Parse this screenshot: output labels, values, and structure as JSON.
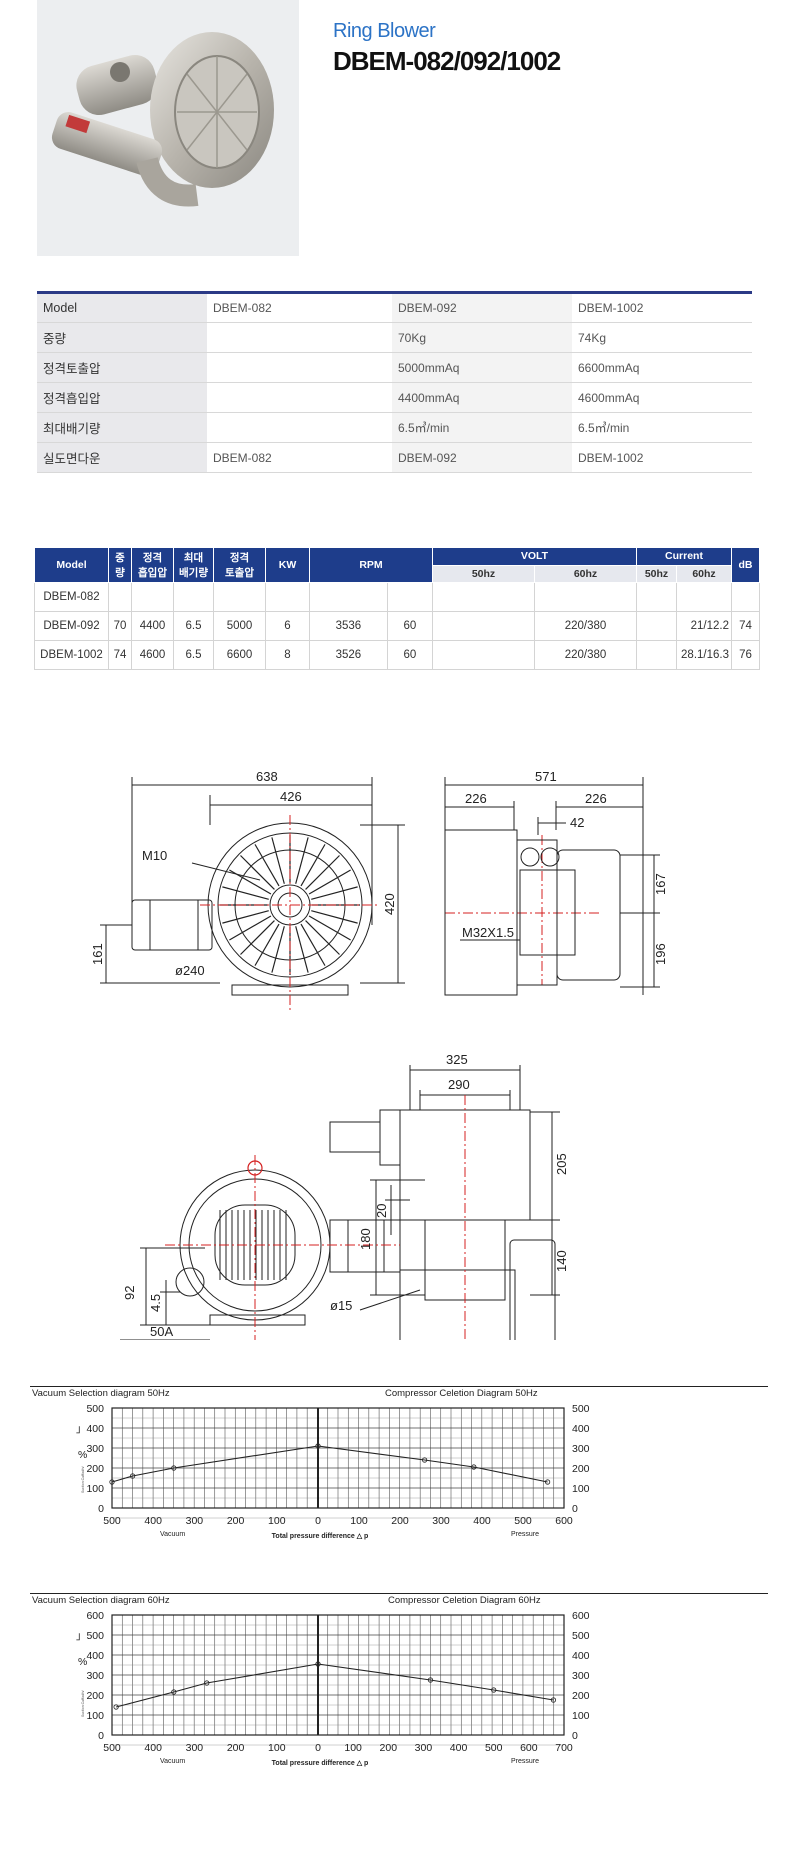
{
  "header": {
    "subtitle": "Ring Blower",
    "title": "DBEM-082/092/1002"
  },
  "spec_table": {
    "rows": [
      {
        "label": "Model",
        "c1": "DBEM-082",
        "c2": "DBEM-092",
        "c3": "DBEM-1002"
      },
      {
        "label": "중량",
        "c1": "",
        "c2": "70Kg",
        "c3": "74Kg"
      },
      {
        "label": "정격토출압",
        "c1": "",
        "c2": "5000mmAq",
        "c3": "6600mmAq"
      },
      {
        "label": "정격흡입압",
        "c1": "",
        "c2": "4400mmAq",
        "c3": "4600mmAq"
      },
      {
        "label": "최대배기량",
        "c1": "",
        "c2": "6.5㎥/min",
        "c3": "6.5㎥/min"
      },
      {
        "label": "실도면다운",
        "c1": "DBEM-082",
        "c2": "DBEM-092",
        "c3": "DBEM-1002"
      }
    ]
  },
  "perf_table": {
    "headers": {
      "model": "Model",
      "weight": "중량",
      "suction_1": "정격",
      "suction_2": "흡입압",
      "maxflow_1": "최대",
      "maxflow_2": "배기량",
      "discharge_1": "정격",
      "discharge_2": "토출압",
      "kw": "KW",
      "rpm": "RPM",
      "volt": "VOLT",
      "current": "Current",
      "db": "dB",
      "hz50": "50hz",
      "hz60": "60hz",
      "chz50": "50hz",
      "chz60": "60hz"
    },
    "rows": [
      [
        "DBEM-082",
        "",
        "",
        "",
        "",
        "",
        "",
        "",
        "",
        "",
        "",
        "",
        ""
      ],
      [
        "DBEM-092",
        "70",
        "4400",
        "6.5",
        "5000",
        "6",
        "3536",
        "60",
        "",
        "220/380",
        "",
        "21/12.2",
        "74"
      ],
      [
        "DBEM-1002",
        "74",
        "4600",
        "6.5",
        "6600",
        "8",
        "3526",
        "60",
        "",
        "220/380",
        "",
        "28.1/16.3",
        "76"
      ]
    ]
  },
  "drawing_top": {
    "d638": "638",
    "d426": "426",
    "d571": "571",
    "d226a": "226",
    "d226b": "226",
    "d42": "42",
    "m10": "M10",
    "d240": "ø240",
    "d161": "161",
    "d420": "420",
    "d167": "167",
    "d196": "196",
    "m32": "M32X1.5"
  },
  "drawing_bottom": {
    "d325": "325",
    "d290": "290",
    "d205": "205",
    "d140": "140",
    "d180": "180",
    "d20": "20",
    "d15": "ø15",
    "d92": "92",
    "d45": "4.5",
    "d50a": "50A"
  },
  "charts": {
    "c50": {
      "left_title": "Vacuum Selection diagram 50Hz",
      "right_title": "Compressor Celetion Diagram 50Hz",
      "y_ticks": [
        "500",
        "400",
        "300",
        "200",
        "100",
        "0"
      ],
      "x_left_ticks": [
        "500",
        "400",
        "300",
        "200",
        "100",
        "0"
      ],
      "x_right_ticks": [
        "100",
        "200",
        "300",
        "400",
        "500",
        "600"
      ],
      "vacuum_label": "Vacuum",
      "pressure_label": "Pressure",
      "xlabel": "Total pressure difference △ p",
      "ylabel": "Suction Cuffiat/h/"
    },
    "c60": {
      "left_title": "Vacuum Selection diagram 60Hz",
      "right_title": "Compressor Celetion Diagram 60Hz",
      "y_ticks": [
        "600",
        "500",
        "400",
        "300",
        "200",
        "100",
        "0"
      ],
      "x_left_ticks": [
        "500",
        "400",
        "300",
        "200",
        "100",
        "0"
      ],
      "x_right_ticks": [
        "100",
        "200",
        "300",
        "400",
        "500",
        "600",
        "700"
      ],
      "vacuum_label": "Vacuum",
      "pressure_label": "Pressure",
      "xlabel": "Total pressure difference △ p",
      "ylabel": "Suction Cuffiat/h/"
    }
  },
  "chart_data": [
    {
      "type": "line",
      "title": "Vacuum Selection diagram 50Hz / Compressor Celetion Diagram 50Hz",
      "xlabel": "Total pressure difference △ p",
      "ylabel": "Suction Cuffiat/h/",
      "left_xlim": [
        500,
        0
      ],
      "right_xlim": [
        0,
        600
      ],
      "ylim": [
        0,
        500
      ],
      "series": [
        {
          "side": "vacuum",
          "x": [
            500,
            450,
            350,
            0
          ],
          "y": [
            130,
            160,
            200,
            310
          ]
        },
        {
          "side": "compressor",
          "x": [
            0,
            260,
            380,
            560
          ],
          "y": [
            310,
            240,
            205,
            130
          ]
        }
      ]
    },
    {
      "type": "line",
      "title": "Vacuum Selection diagram 60Hz / Compressor Celetion Diagram 60Hz",
      "xlabel": "Total pressure difference △ p",
      "ylabel": "Suction Cuffiat/h/",
      "left_xlim": [
        500,
        0
      ],
      "right_xlim": [
        0,
        700
      ],
      "ylim": [
        0,
        600
      ],
      "series": [
        {
          "side": "vacuum",
          "x": [
            490,
            350,
            270,
            0
          ],
          "y": [
            140,
            215,
            260,
            355
          ]
        },
        {
          "side": "compressor",
          "x": [
            0,
            320,
            500,
            670
          ],
          "y": [
            355,
            275,
            225,
            175
          ]
        }
      ]
    }
  ],
  "colors": {
    "navy": "#1e3d8b",
    "accent_blue": "#2c73c6",
    "dim_red": "#d42020"
  }
}
